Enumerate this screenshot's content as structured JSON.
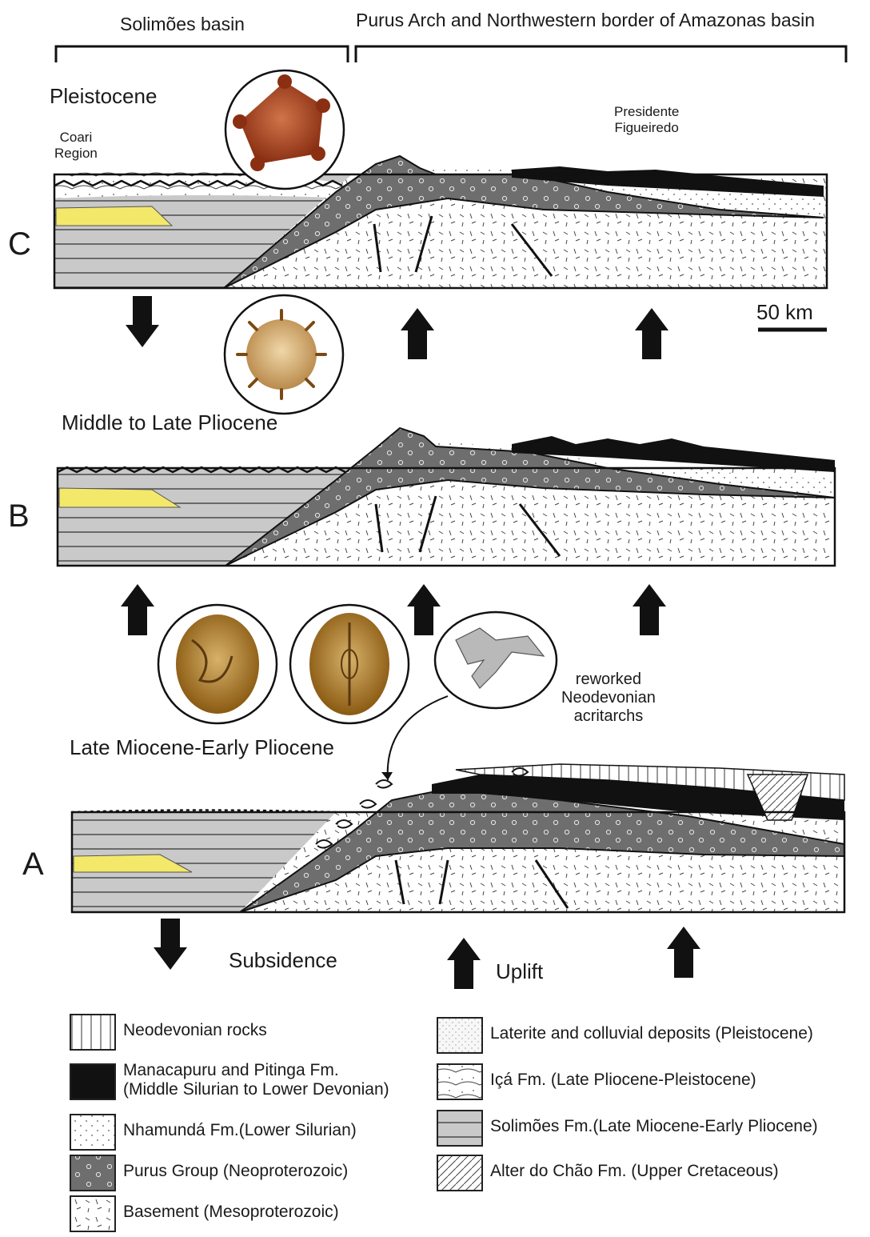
{
  "headers": {
    "solimoes_basin": "Solimões basin",
    "purus_arch": "Purus Arch and Northwestern border of Amazonas basin"
  },
  "panels": {
    "c": {
      "letter": "C",
      "era": "Pleistocene"
    },
    "b": {
      "letter": "B",
      "era": "Middle to Late Pliocene"
    },
    "a": {
      "letter": "A",
      "era": "Late Miocene-Early Pliocene"
    }
  },
  "annotations": {
    "coari_region": "Coari\nRegion",
    "presidente_figueiredo": "Presidente\nFigueiredo",
    "reworked_acritarchs": "reworked\nNeodevonian\nacritarchs",
    "subsidence": "Subsidence",
    "uplift": "Uplift",
    "scale_bar": "50 km"
  },
  "legend": {
    "left": [
      {
        "pattern": "neodevonian",
        "label": "Neodevonian rocks"
      },
      {
        "pattern": "manacapuru",
        "label": "Manacapuru and Pitinga Fm.\n(Middle Silurian to Lower Devonian)"
      },
      {
        "pattern": "nhamunda",
        "label": "Nhamundá Fm.(Lower Silurian)"
      },
      {
        "pattern": "purus",
        "label": "Purus Group (Neoproterozoic)"
      },
      {
        "pattern": "basement",
        "label": "Basement (Mesoproterozoic)"
      }
    ],
    "right": [
      {
        "pattern": "laterite",
        "label": "Laterite and colluvial deposits (Pleistocene)"
      },
      {
        "pattern": "ica",
        "label": "Içá Fm. (Late Pliocene-Pleistocene)"
      },
      {
        "pattern": "solimoes",
        "label": "Solimões Fm.(Late Miocene-Early Pliocene)"
      },
      {
        "pattern": "alter",
        "label": "Alter do Chão Fm. (Upper Cretaceous)"
      }
    ]
  },
  "colors": {
    "purus_fill": "#6e6e6e",
    "solimoes_fill": "#c9c9c9",
    "sand_lens": "#f3e86a",
    "fossil_red": "#a5441f",
    "fossil_amber": "#b88a2c",
    "ink": "#111111"
  }
}
